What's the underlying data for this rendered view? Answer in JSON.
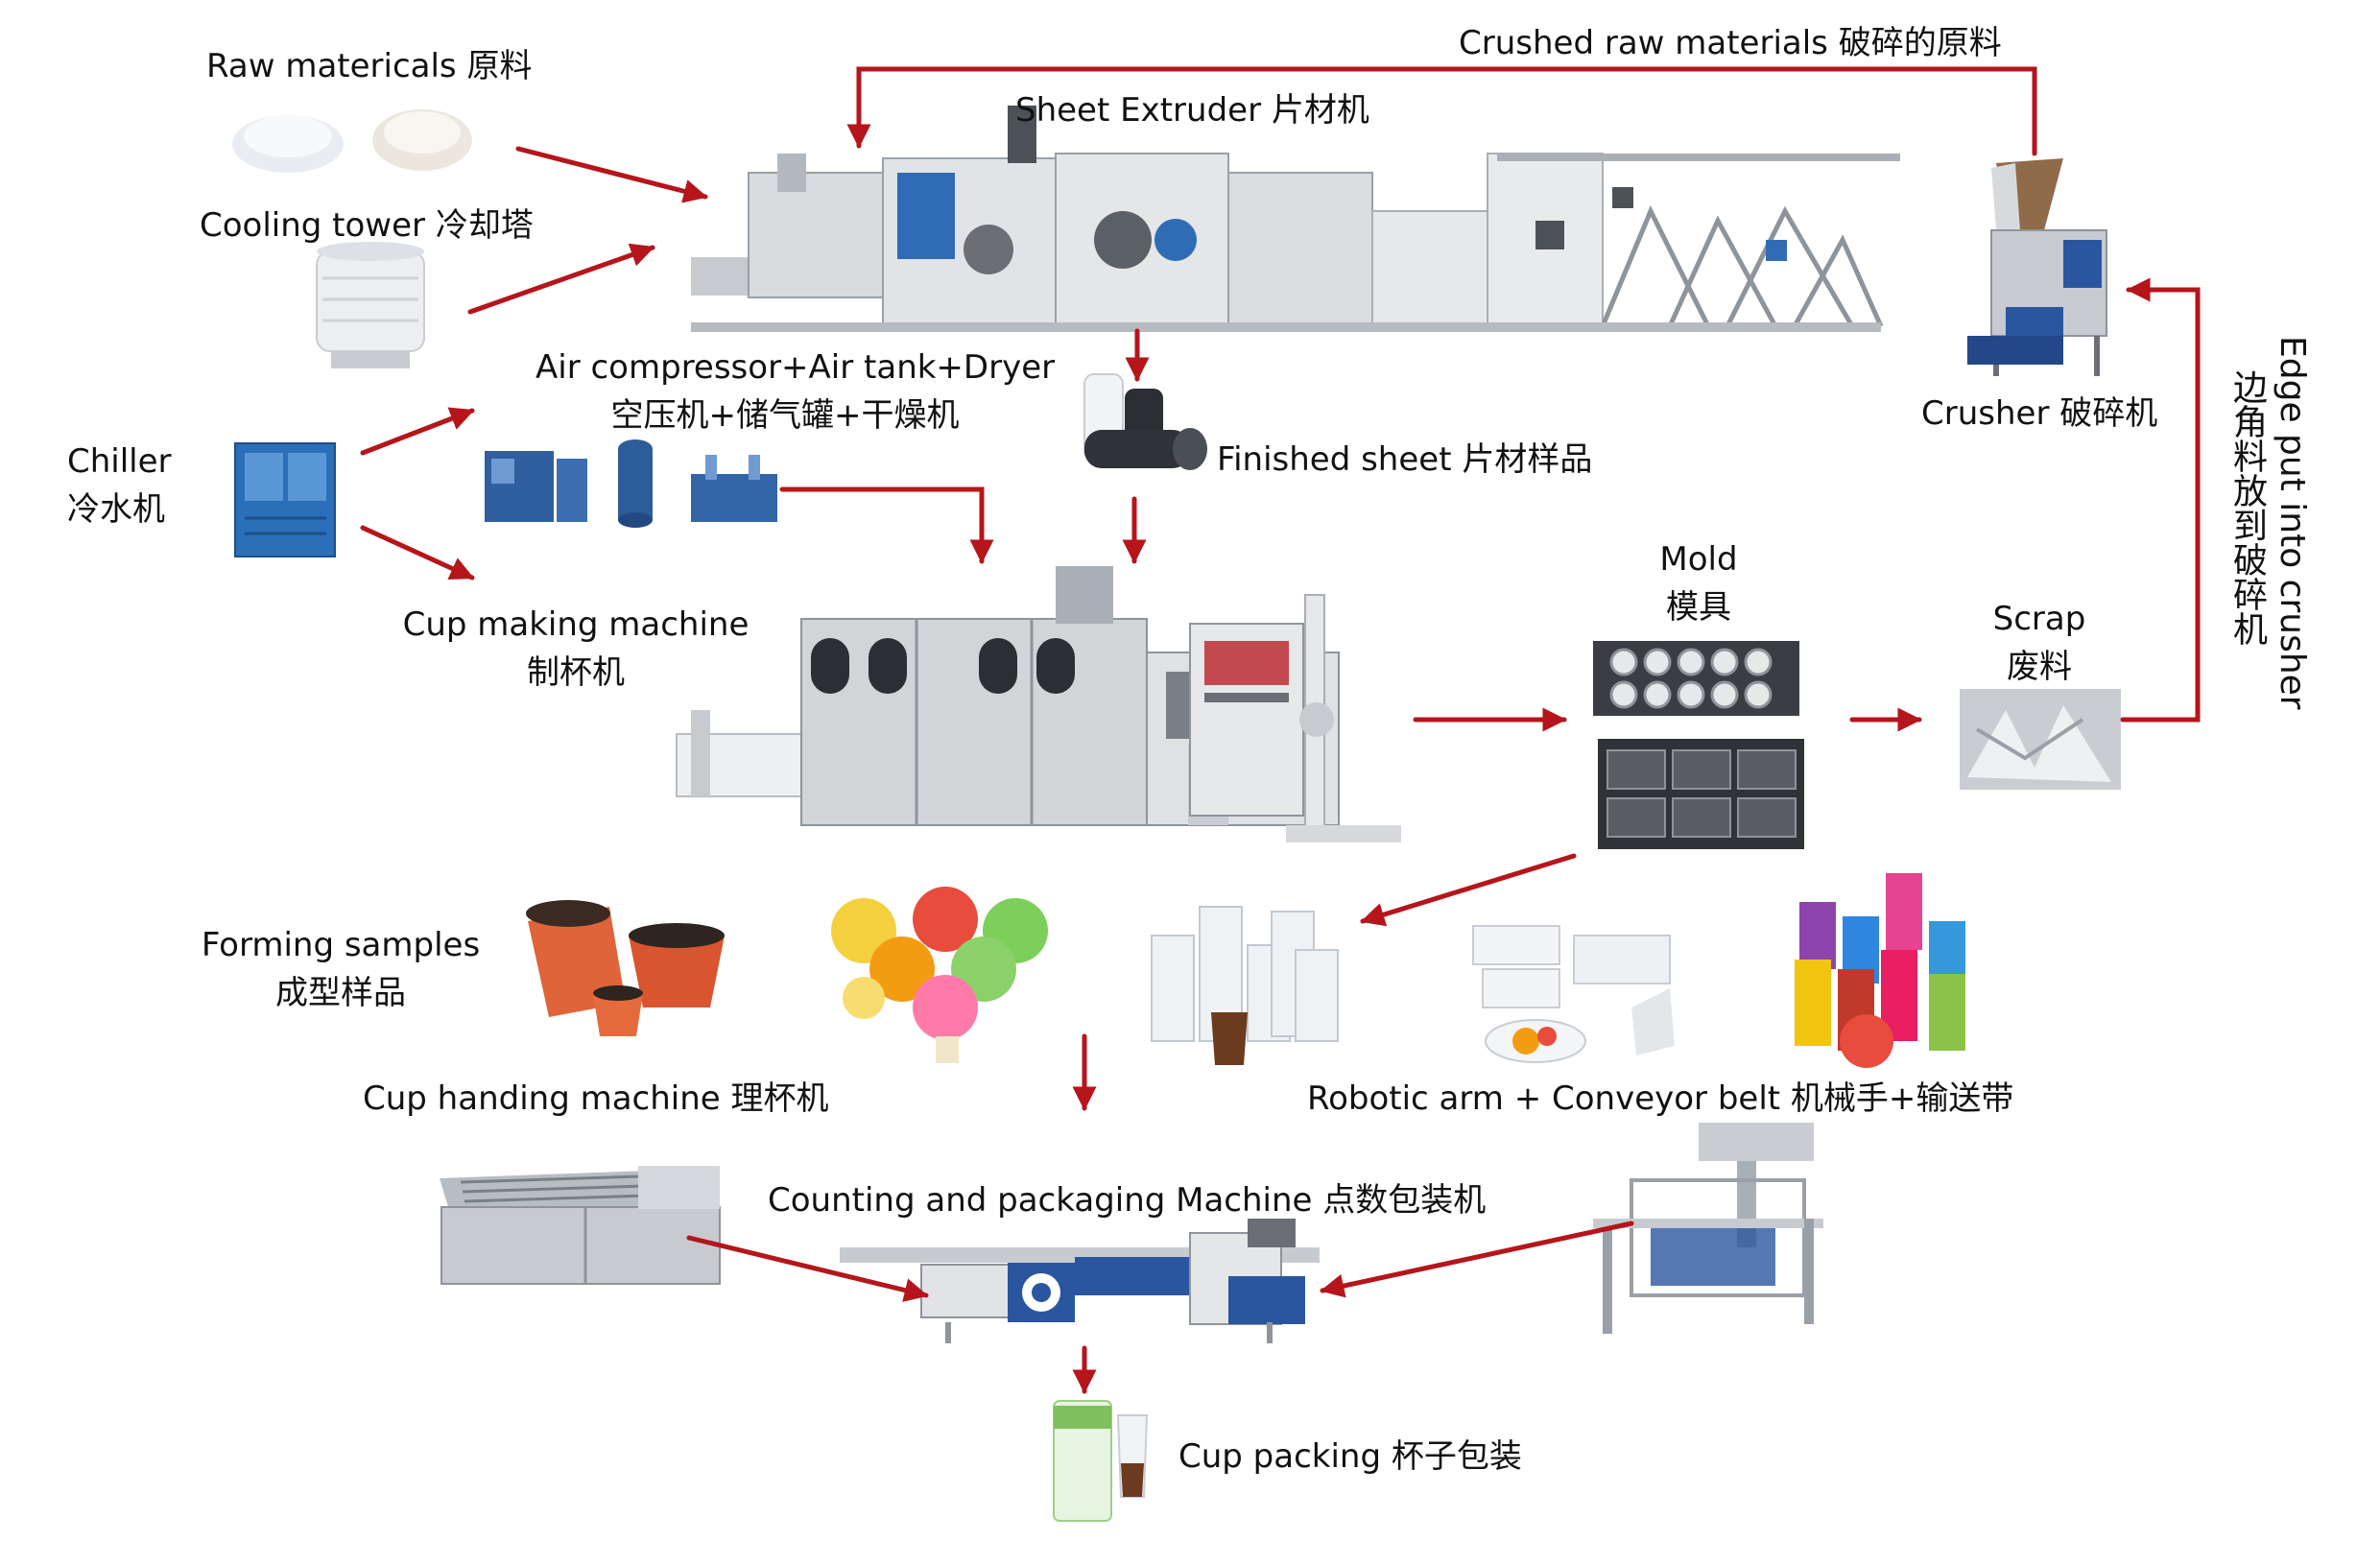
{
  "colors": {
    "arrow": "#b5151b",
    "machine_grey": "#d6d8db",
    "machine_dark": "#6b6f75",
    "machine_blue": "#1f5fa8",
    "steel": "#a9afb6"
  },
  "labels": {
    "raw_materials": "Raw matericals 原料",
    "crushed_raw": "Crushed raw materials 破碎的原料",
    "sheet_extruder": "Sheet Extruder 片材机",
    "cooling_tower": "Cooling tower 冷却塔",
    "air_compressor_en": "Air compressor+Air tank+Dryer",
    "air_compressor_cn": "空压机+储气罐+干燥机",
    "finished_sheet": "Finished sheet 片材样品",
    "chiller_en": "Chiller",
    "chiller_cn": "冷水机",
    "crusher": "Crusher 破碎机",
    "edge_en": "Edge put into crusher",
    "edge_cn": "边角料放到破碎机",
    "cup_machine_en": "Cup making machine",
    "cup_machine_cn": "制杯机",
    "mold_en": "Mold",
    "mold_cn": "模具",
    "scrap_en": "Scrap",
    "scrap_cn": "废料",
    "forming_en": "Forming samples",
    "forming_cn": "成型样品",
    "cup_handing": "Cup handing machine 理杯机",
    "robotic": "Robotic arm + Conveyor belt 机械手+输送带",
    "counting": "Counting and packaging Machine  点数包装机",
    "cup_packing": "Cup packing 杯子包装"
  },
  "icons": [
    "pellets-icon",
    "cooling-tower-icon",
    "chiller-unit-icon",
    "air-compressor-icon",
    "sheet-extruder-icon",
    "sheet-rolls-icon",
    "crusher-icon",
    "cup-making-machine-icon",
    "mold-icon",
    "scrap-icon",
    "flower-pots-icon",
    "jelly-cups-icon",
    "clear-cups-icon",
    "bowls-icon",
    "colored-cups-icon",
    "cup-handling-machine-icon",
    "packaging-machine-icon",
    "robotic-arm-icon",
    "cup-pack-icon"
  ]
}
